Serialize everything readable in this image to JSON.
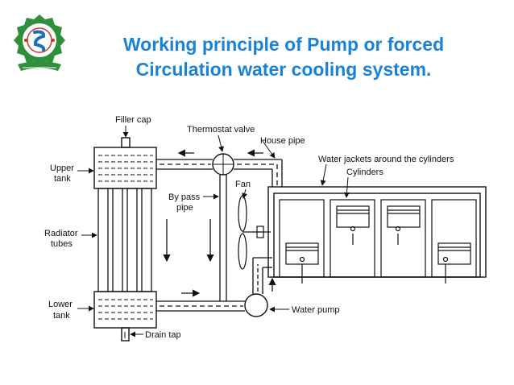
{
  "slide": {
    "title_lines": [
      "Working principle of Pump or forced",
      "Circulation water cooling system."
    ],
    "logo_icon": "institution-seal-icon",
    "colors": {
      "title": "#1a83d6",
      "logo_green": "#2f8f3b",
      "logo_red": "#c0392b",
      "line": "#111111"
    }
  },
  "diagram": {
    "labels": {
      "filler_cap": "Filler cap",
      "thermostat_valve": "Thermostat valve",
      "house_pipe": "House pipe",
      "water_jackets": "Water jackets around the cylinders",
      "cylinders": "Cylinders",
      "upper_tank_1": "Upper",
      "upper_tank_2": "tank",
      "fan": "Fan",
      "by_pass_1": "By pass",
      "by_pass_2": "pipe",
      "radiator_1": "Radiator",
      "radiator_2": "tubes",
      "lower_tank_1": "Lower",
      "lower_tank_2": "tank",
      "water_pump": "Water pump",
      "drain_tap": "Drain tap"
    }
  }
}
